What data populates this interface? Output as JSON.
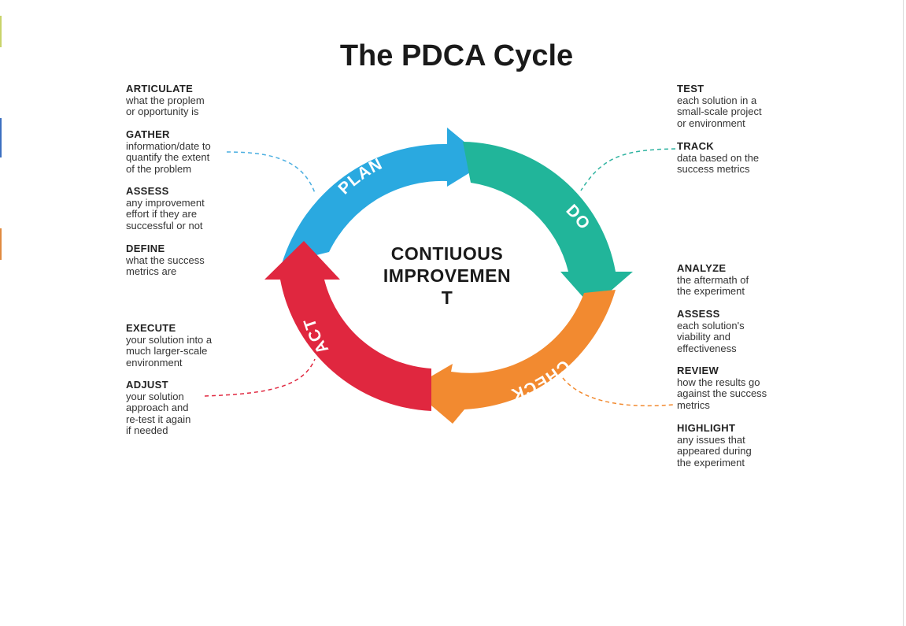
{
  "title": "The PDCA Cycle",
  "center": {
    "lines": [
      "CONTIUOUS",
      "IMPROVEMEN",
      "T"
    ]
  },
  "stages": [
    {
      "label": "PLAN",
      "color": "#2aa9e0"
    },
    {
      "label": "DO",
      "color": "#21b59a"
    },
    {
      "label": "CHECK",
      "color": "#f28a30"
    },
    {
      "label": "ACT",
      "color": "#e0273f"
    }
  ],
  "left_blocks": [
    {
      "head": "ARTICULATE",
      "lines": [
        "what the proplem",
        "or opportunity is"
      ]
    },
    {
      "head": "GATHER",
      "lines": [
        "information/date to",
        "quantify the extent",
        "of the problem"
      ]
    },
    {
      "head": "ASSESS",
      "lines": [
        "any improvement",
        "effort if they are",
        "successful or not"
      ]
    },
    {
      "head": "DEFINE",
      "lines": [
        "what the success",
        "metrics are"
      ]
    },
    {
      "head": "EXECUTE",
      "lines": [
        "your solution into a",
        "much larger-scale",
        "environment"
      ]
    },
    {
      "head": "ADJUST",
      "lines": [
        "your solution",
        "approach and",
        "re-test it again",
        "if needed"
      ]
    }
  ],
  "right_blocks": [
    {
      "head": "TEST",
      "lines": [
        "each solution in a",
        "small-scale project",
        "or environment"
      ]
    },
    {
      "head": "TRACK",
      "lines": [
        "data based on the",
        "success metrics"
      ]
    },
    {
      "head": "ANALYZE",
      "lines": [
        "the aftermath of",
        "the experiment"
      ]
    },
    {
      "head": "ASSESS",
      "lines": [
        "each solution's",
        "viability and",
        "effectiveness"
      ]
    },
    {
      "head": "REVIEW",
      "lines": [
        "how the results go",
        "against the success",
        "metrics"
      ]
    },
    {
      "head": "HIGHLIGHT",
      "lines": [
        "any issues that",
        "appeared during",
        "the experiment"
      ]
    }
  ]
}
